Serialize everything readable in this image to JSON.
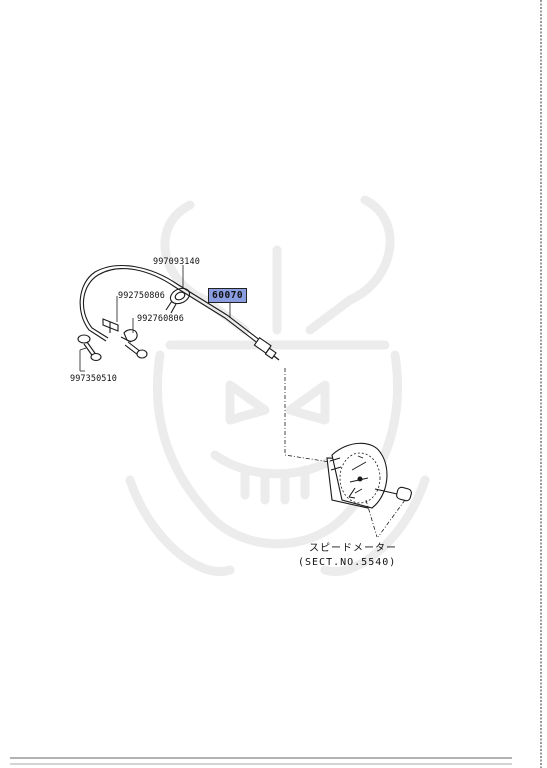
{
  "colors": {
    "line": "#1a1a1a",
    "highlight": "#8a9de0",
    "watermark": "#eeeeee",
    "background": "#ffffff"
  },
  "watermark": "samurai-helmet-logo",
  "parts": {
    "clamp": "997093140",
    "clip_upper": "992750806",
    "clip_lower": "992760806",
    "bolt": "997350510",
    "cable": "60070"
  },
  "reference": {
    "name": "スピードメーター",
    "section": "(SECT.NO.5540)"
  }
}
